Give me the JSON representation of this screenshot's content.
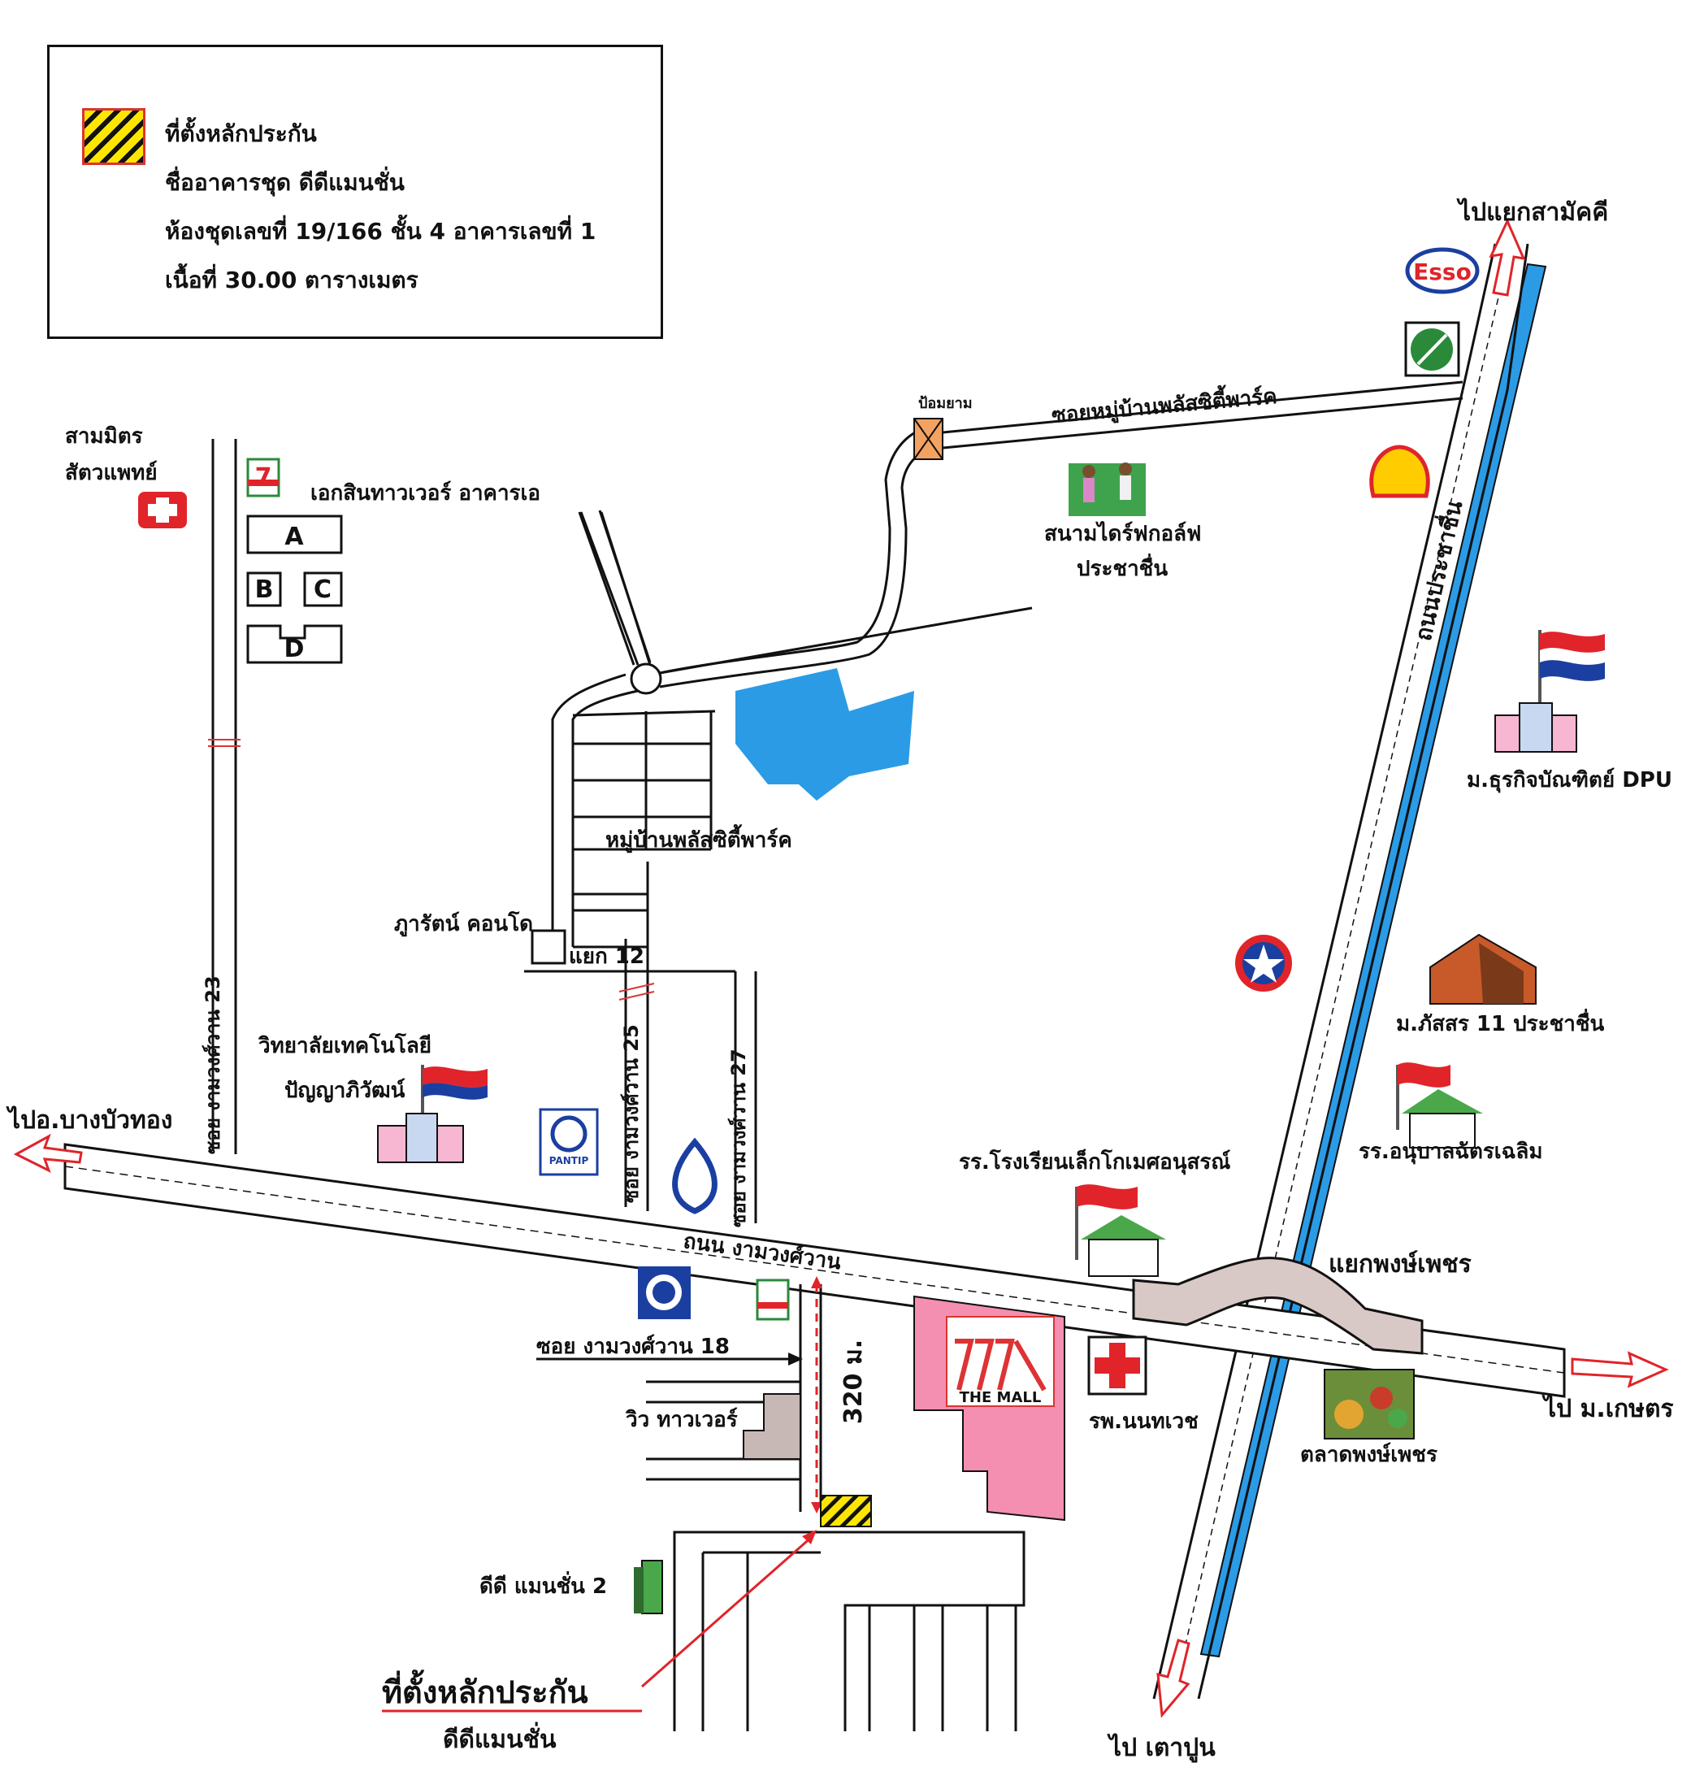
{
  "legend": {
    "title": "ที่ตั้งหลักประกัน",
    "building": "ชื่ออาคารชุด ดีดีแมนชั่น",
    "unit": "ห้องชุดเลขที่ 19/166  ชั้น 4 อาคารเลขที่ 1",
    "area": "เนื้อที่ 30.00 ตารางเมตร",
    "swatch_color": "#ffe600"
  },
  "roads": {
    "main_road": "ถนน งามวงศ์วาน",
    "prachachuen_road": "ถนนประชาชื่น",
    "soi_23": "ซอย งามวงศ์วาน 23",
    "soi_25": "ซอย งามวงศ์วาน 25",
    "soi_27": "ซอย งามวงศ์วาน 27",
    "soi_18": "ซอย งามวงศ์วาน 18",
    "soi_village": "ซอยหมู่บ้านพลัสซิตี้พาร์ค",
    "yaek_12": "แยก 12"
  },
  "directions": {
    "to_samakkhi": "ไปแยกสามัคคี",
    "to_bangbuathong": "ไปอ.บางบัวทอง",
    "to_kaset": "ไป ม.เกษตร",
    "to_taopoon": "ไป เตาปูน"
  },
  "landmarks": {
    "sammit_vet": "สามมิตร",
    "sammit_vet_2": "สัตวแพทย์",
    "eksin_tower": "เอกสินทาวเวอร์ อาคารเอ",
    "building_a": "A",
    "building_b": "B",
    "building_c": "C",
    "building_d": "D",
    "police_booth": "ป้อมยาม",
    "golf": "สนามไดร์ฟกอล์ฟ",
    "golf_2": "ประชาชื่น",
    "dpu": "ม.ธุรกิจบัณฑิตย์ DPU",
    "village": "หมู่บ้านพลัสซิตี้พาร์ค",
    "pharat_condo": "ภูารัตน์ คอนโด",
    "college": "วิทยาลัยเทคโนโลยี",
    "college_2": "ปัญญาภิวัฒน์",
    "phatsorn_village": "ม.ภัสสร 11 ประชาชื่น",
    "kindergarten": "รร.อนุบาลฉัตรเฉลิม",
    "school": "รร.โรงเรียนเล็กโกเมศอนุสรณ์",
    "pongphet_junction": "แยกพงษ์เพชร",
    "hospital": "รพ.นนทเวช",
    "market": "ตลาดพงษ์เพชร",
    "view_tower": "วิว ทาวเวอร์",
    "the_mall": "THE MALL",
    "distance": "320 ม.",
    "dd_mansion_2": "ดีดี แมนชั่น 2",
    "collateral": "ที่ตั้งหลักประกัน",
    "dd_mansion": "ดีดีแมนชั่น",
    "esso": "Esso",
    "pantip": "PANTIP",
    "seven_eleven": "7"
  },
  "colors": {
    "canal": "#2b9be6",
    "lake": "#2b9be6",
    "mall": "#f48fb1",
    "red_accent": "#e0242a",
    "junction": "#d9c9c6"
  }
}
